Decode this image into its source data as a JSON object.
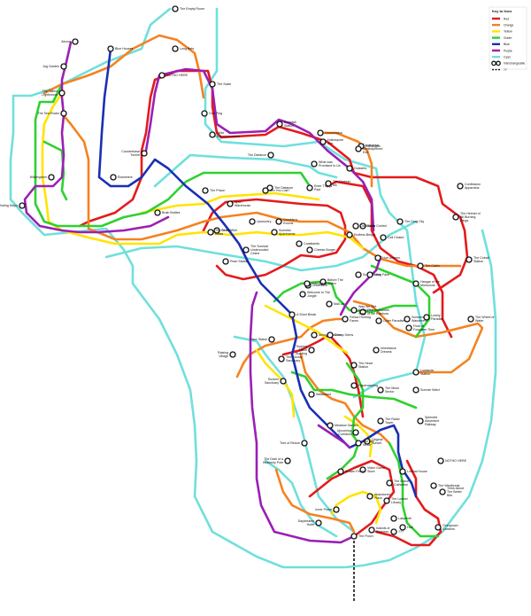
{
  "key": {
    "title": "Key to lines",
    "lines": [
      {
        "name": "Red",
        "color": "#e41a1c"
      },
      {
        "name": "Orange",
        "color": "#f58220"
      },
      {
        "name": "Yellow",
        "color": "#ffe400"
      },
      {
        "name": "Green",
        "color": "#2fd12f"
      },
      {
        "name": "Blue",
        "color": "#1a2fb5"
      },
      {
        "name": "Purple",
        "color": "#9b1fb5"
      },
      {
        "name": "Cyan",
        "color": "#6fe0dc"
      }
    ],
    "extra": [
      {
        "name": "Interchangeable",
        "style": "interchange"
      },
      {
        "name": "??",
        "style": "dashed"
      }
    ]
  },
  "stations": [
    {
      "label": "The Empty Room"
    },
    {
      "label": "Long Bets"
    },
    {
      "label": "Alcove"
    },
    {
      "label": "Jug Garden"
    },
    {
      "label": "Blue Houses"
    },
    {
      "label": "NOTHO HERE"
    },
    {
      "label": "The Tallest Lighthouse"
    },
    {
      "label": "The Sea Rocks"
    },
    {
      "label": "The Scale"
    },
    {
      "label": "Grid Ping"
    },
    {
      "label": "Snowfall Station"
    },
    {
      "label": "Wide Experimentation"
    },
    {
      "label": "Homunculus"
    },
    {
      "label": "Kollalogon"
    },
    {
      "label": "Continental Undeciphered Exit"
    },
    {
      "label": "Hollowpure Ave."
    },
    {
      "label": "The Distance"
    },
    {
      "label": "Winding Steps"
    },
    {
      "label": "Counterbase Tunnel"
    },
    {
      "label": "Elsewhere"
    },
    {
      "label": "The Distance"
    },
    {
      "label": "What was Promised to Us"
    },
    {
      "label": "Outskirts"
    },
    {
      "label": "Enter Things Past"
    },
    {
      "label": "The Darkest Ink"
    },
    {
      "label": "Wildergreen"
    },
    {
      "label": "Brain Bottles"
    },
    {
      "label": "The Prison"
    },
    {
      "label": "Sport Warehouse"
    },
    {
      "label": "Are You Lost?"
    },
    {
      "label": "Gambler's Rooms"
    },
    {
      "label": "Alpha Control"
    },
    {
      "label": "Confession Apparatus"
    },
    {
      "label": "The Helmet of All Burning Rings"
    },
    {
      "label": "Old Estate"
    },
    {
      "label": "Of the Well"
    },
    {
      "label": "Upcountry"
    },
    {
      "label": "The Sea of Glass"
    },
    {
      "label": "Scientist Apartments"
    },
    {
      "label": "Endless Bridge"
    },
    {
      "label": "Coastlands"
    },
    {
      "label": "Pearl Station"
    },
    {
      "label": "The Drug City"
    },
    {
      "label": "The Survival Undercooled Ceshe"
    },
    {
      "label": "Cell Closed"
    },
    {
      "label": "Cheese Burger"
    },
    {
      "label": "Hub Unseen"
    },
    {
      "label": "The Cobalt Station"
    },
    {
      "label": "Scum Shifter"
    },
    {
      "label": "The Cabin"
    },
    {
      "label": "Underbirth"
    },
    {
      "label": "Long Face"
    },
    {
      "label": "Hangar of the Monsoons"
    },
    {
      "label": "Before The Storm"
    },
    {
      "label": "The Skyholmes of the Rainbow"
    },
    {
      "label": "Welcome to The Jungle"
    },
    {
      "label": "Hub Lights"
    },
    {
      "label": "Mall Jar"
    },
    {
      "label": "Way We Met Among the Stars"
    },
    {
      "label": "Lonely Paradise"
    },
    {
      "label": "The Wheel of Water"
    },
    {
      "label": "A Short Break"
    },
    {
      "label": "Outer Paradise"
    },
    {
      "label": "Final at Forgotten Time"
    },
    {
      "label": "Screams Wanderers"
    },
    {
      "label": "Fellow Hunting Faces"
    },
    {
      "label": "Visor Statue"
    },
    {
      "label": "Among Stations"
    },
    {
      "label": "Inheritance Dreams"
    },
    {
      "label": "Raising Village"
    },
    {
      "label": "The Cloudy Sanctuary"
    },
    {
      "label": "Tripping Office Building"
    },
    {
      "label": "Cheap Gems"
    },
    {
      "label": "The Heart Station"
    },
    {
      "label": "Hyperwarping"
    },
    {
      "label": "Sunken Sanctuary"
    },
    {
      "label": "Wasteland"
    },
    {
      "label": "Lowlands Station"
    },
    {
      "label": "The Moon Sector"
    },
    {
      "label": "Sunrise Ward"
    },
    {
      "label": "The Radio Tower"
    },
    {
      "label": "Splendid Adventure Railway"
    },
    {
      "label": "Meadow Garden"
    },
    {
      "label": "Upcoming Corridors"
    },
    {
      "label": "Original Sunset"
    },
    {
      "label": "Tree of Return"
    },
    {
      "label": "Old Fell Stride"
    },
    {
      "label": "The Dark of a Heavenly Pole"
    },
    {
      "label": "NOTHO HERE"
    },
    {
      "label": "Video Game Store"
    },
    {
      "label": "Broken Fence"
    },
    {
      "label": "Liminal House"
    },
    {
      "label": "The Grave Cathedral"
    },
    {
      "label": "The Windbreak"
    },
    {
      "label": "Abandoned Place"
    },
    {
      "label": "Think About The Better Bits"
    },
    {
      "label": "Inner Portal"
    },
    {
      "label": "The Lowest Library"
    },
    {
      "label": "Daydreams Hotel"
    },
    {
      "label": "Labyrinth"
    },
    {
      "label": "Overgrown Gardens"
    },
    {
      "label": "Hub"
    },
    {
      "label": "The Porch"
    },
    {
      "label": "Islands of Sadness"
    },
    {
      "label": "???"
    }
  ]
}
